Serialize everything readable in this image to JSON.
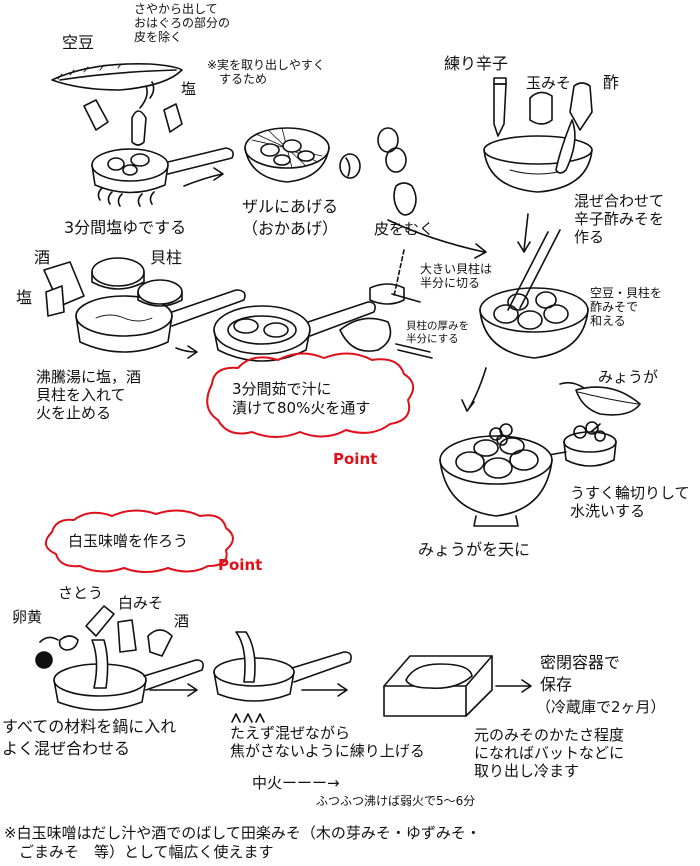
{
  "labels": {
    "soramame": "空豆",
    "sayakara": "さやから出して\nおはぐろの部分の\n皮を除く",
    "note_mi": "※実を取り出しやすく\n　するため",
    "shio1": "塩",
    "yuderu": "3分間塩ゆでする",
    "zaru": "ザルにあげる\n（おかあげ）",
    "kawa": "皮をむく",
    "karashi": "練り辛子",
    "tamamiso": "玉みそ",
    "su": "酢",
    "mazeawase": "混ぜ合わせて\n辛子酢みそを\n作る",
    "sake1": "酒",
    "kaibashira": "貝柱",
    "shio2": "塩",
    "futto": "沸騰湯に塩，酒\n貝柱を入れて\n火を止める",
    "bubble1": "3分間茹で汁に\n漬けて80%火を通す",
    "point1": "Point",
    "ookii": "大きい貝柱は\n半分に切る",
    "atsumi": "貝柱の厚みを\n半分にする",
    "aeru": "空豆・貝柱を\n酢みそで\n和える",
    "myouga": "みょうが",
    "usuku": "うすく輪切りして\n水洗いする",
    "ten": "みょうがを天に",
    "bubble2": "白玉味噌を作ろう",
    "point2": "Point",
    "satou": "さとう",
    "shiromiso": "白みそ",
    "ranou": "卵黄",
    "sake2": "酒",
    "subete": "すべての材料を鍋に入れ\nよく混ぜ合わせる",
    "taezu": "たえず混ぜながら\n焦がさないように練り上げる",
    "chubi": "中火ーーー→",
    "futsufutsu": "ふつふつ沸けば弱火で5～6分",
    "moto": "元のみそのかたさ程度\nになればバットなどに\n取り出し冷ます",
    "mippei": "密閉容器で\n保存",
    "reizou": "（冷蔵庫で2ヶ月）",
    "footnote": "※白玉味噌はだし汁や酒でのばして田楽みそ（木の芽みそ・ゆずみそ・\n　ごまみそ　等）として幅広く使えます"
  },
  "colors": {
    "ink": "#111111",
    "accent": "#e0101a"
  }
}
